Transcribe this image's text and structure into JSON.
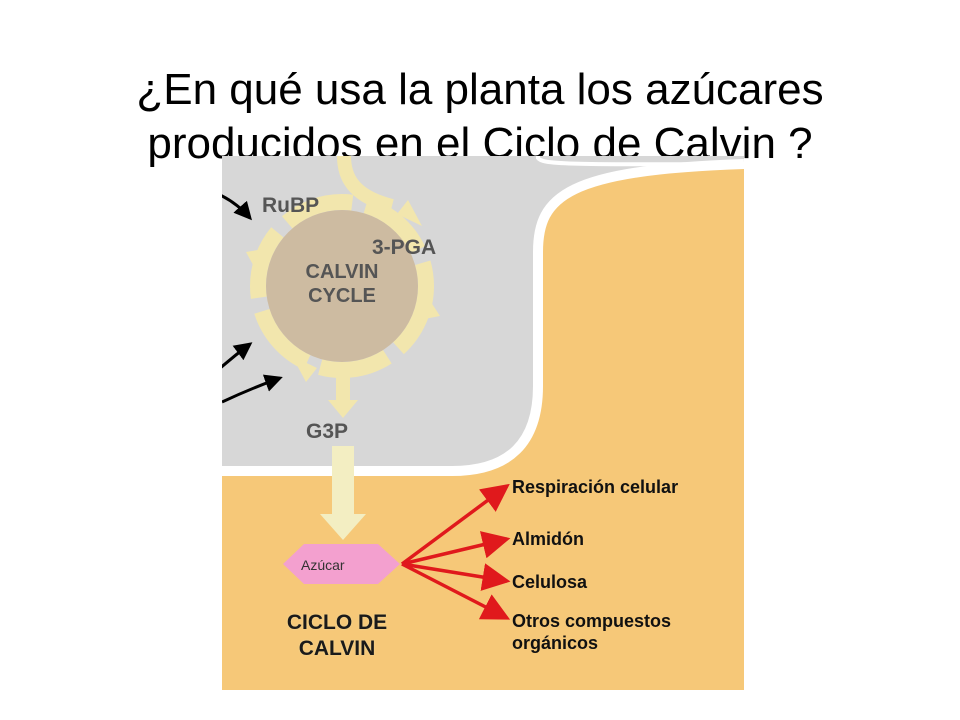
{
  "title": {
    "line1": "¿En qué usa la planta los azúcares",
    "line2": "producidos en el Ciclo de Calvin ?"
  },
  "cycle": {
    "rubp": "RuBP",
    "pga": "3-PGA",
    "center_line1": "CALVIN",
    "center_line2": "CYCLE",
    "g3p": "G3P"
  },
  "sugar": {
    "label": "Azúcar"
  },
  "outputs": [
    {
      "line1": "Respiración celular",
      "line2": ""
    },
    {
      "line1": "Almidón",
      "line2": ""
    },
    {
      "line1": "Celulosa",
      "line2": ""
    },
    {
      "line1": "Otros compuestos",
      "line2": "orgánicos"
    }
  ],
  "caption": {
    "line1": "CICLO DE",
    "line2": "CALVIN"
  },
  "colors": {
    "cytoplasm": "#f6c878",
    "stroma": "#d7d7d7",
    "membrane": "#ffffff",
    "cycle_center": "#cdbba1",
    "cycle_arrows": "#f2e6ad",
    "flow_arrow": "#f3eec2",
    "sugar": "#f3a0cf",
    "red_arrows": "#e0191c",
    "black_arrows": "#000000"
  }
}
